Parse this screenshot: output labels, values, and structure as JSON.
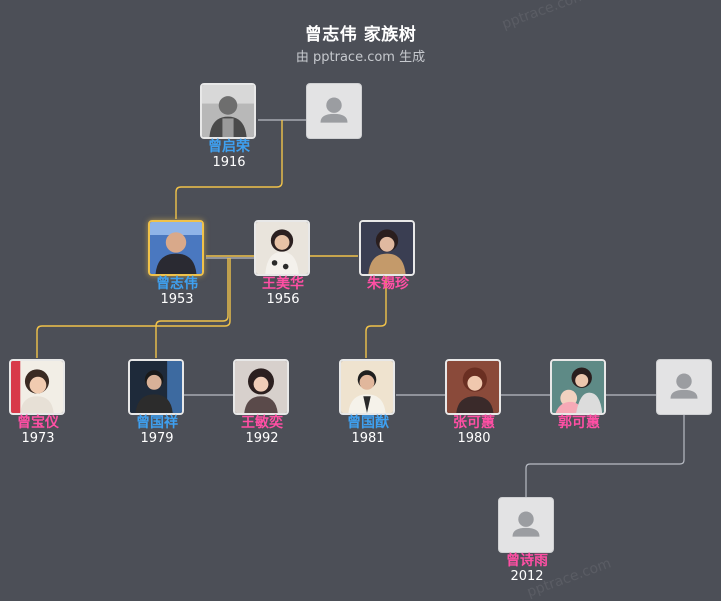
{
  "header": {
    "title": "曾志伟 家族树",
    "subtitle": "由 pptrace.com 生成"
  },
  "watermark": "pptrace.com",
  "colors": {
    "background": "#4c4f57",
    "male": "#3ea0f0",
    "female": "#ff4fa4",
    "lineage_line": "#f0c24a",
    "spouse_line": "#b8bcc4"
  },
  "people": [
    {
      "id": "p_zqr",
      "name": "曾启荣",
      "year": "1916",
      "gender": "male",
      "photo": "photo"
    },
    {
      "id": "p_gf_wife",
      "name": "",
      "year": "",
      "gender": "female",
      "photo": "placeholder"
    },
    {
      "id": "p_zzw",
      "name": "曾志伟",
      "year": "1953",
      "gender": "male",
      "photo": "photo",
      "focus": true
    },
    {
      "id": "p_wmh",
      "name": "王美华",
      "year": "1956",
      "gender": "female",
      "photo": "photo"
    },
    {
      "id": "p_zxz",
      "name": "朱锡珍",
      "year": "",
      "gender": "female",
      "photo": "photo"
    },
    {
      "id": "p_zby",
      "name": "曾宝仪",
      "year": "1973",
      "gender": "female",
      "photo": "photo"
    },
    {
      "id": "p_zgx",
      "name": "曾国祥",
      "year": "1979",
      "gender": "male",
      "photo": "photo"
    },
    {
      "id": "p_wmy",
      "name": "王敏奕",
      "year": "1992",
      "gender": "female",
      "photo": "photo"
    },
    {
      "id": "p_zgx2",
      "name": "曾国猷",
      "year": "1981",
      "gender": "male",
      "photo": "photo"
    },
    {
      "id": "p_zkh",
      "name": "张可蕙",
      "year": "1980",
      "gender": "female",
      "photo": "photo"
    },
    {
      "id": "p_gkh",
      "name": "郭可蕙",
      "year": "",
      "gender": "female",
      "photo": "photo"
    },
    {
      "id": "p_spouse_unknown",
      "name": "",
      "year": "",
      "gender": "male",
      "photo": "placeholder"
    },
    {
      "id": "p_zsy",
      "name": "曾诗雨",
      "year": "2012",
      "gender": "female",
      "photo": "placeholder"
    }
  ]
}
